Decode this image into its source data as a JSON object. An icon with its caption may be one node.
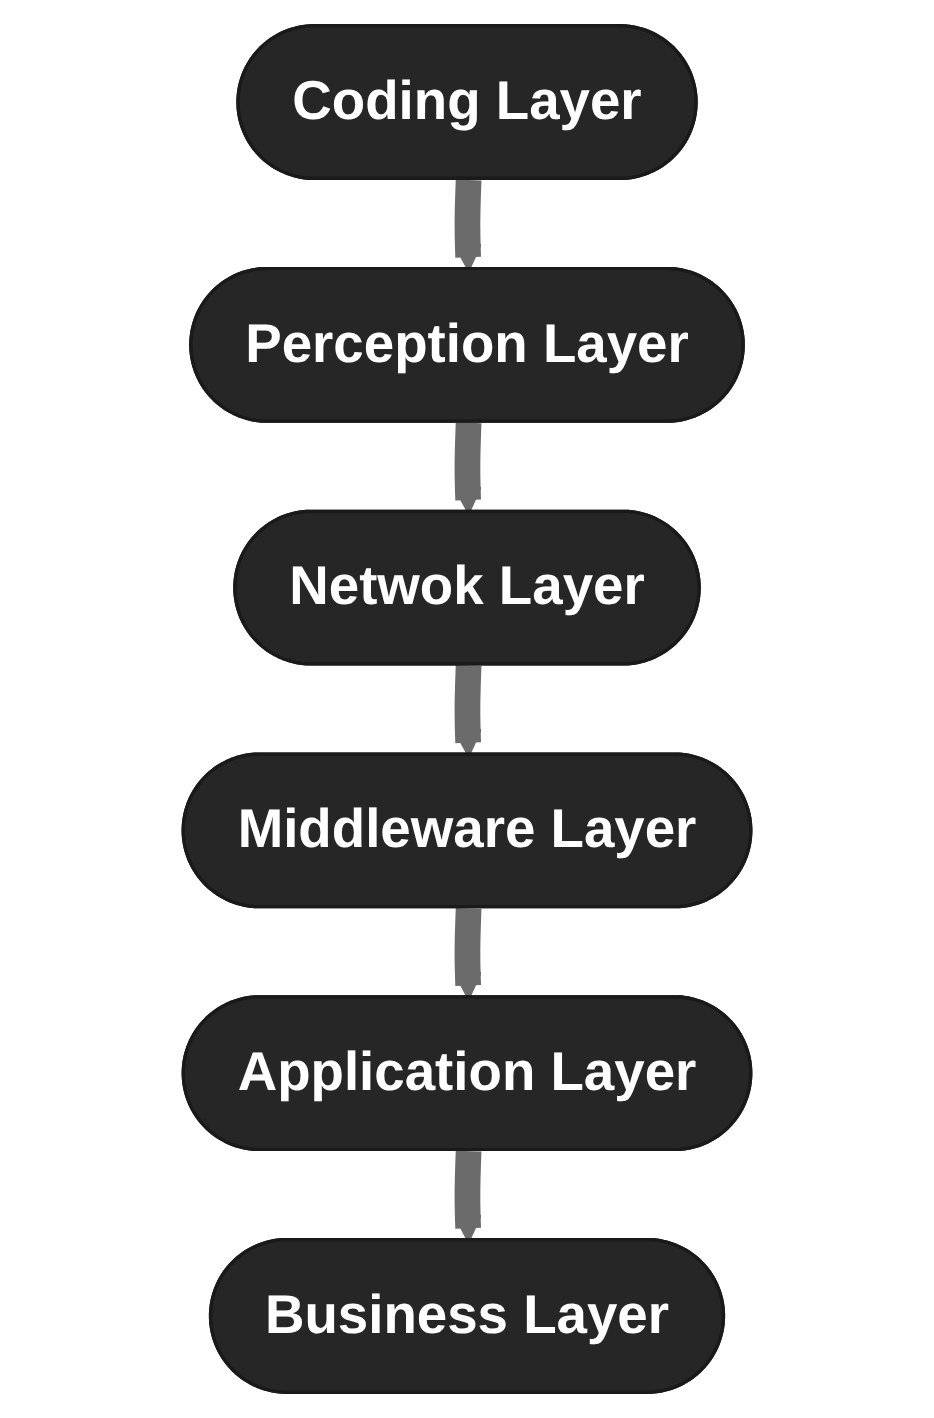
{
  "diagram": {
    "nodes": [
      {
        "text": [
          "Coding Layer"
        ]
      },
      {
        "text": [
          "Perception Layer"
        ]
      },
      {
        "text": [
          "Netwok Layer"
        ]
      },
      {
        "text": [
          "Middleware Layer"
        ]
      },
      {
        "text": [
          "Application Layer"
        ]
      },
      {
        "text": [
          "Business Layer"
        ]
      }
    ],
    "edges": [
      {
        "from": 0,
        "to": 1,
        "arrow": "to"
      },
      {
        "from": 1,
        "to": 2,
        "arrow": "to"
      },
      {
        "from": 2,
        "to": 3,
        "arrow": "to"
      },
      {
        "from": 3,
        "to": 4,
        "arrow": "to"
      },
      {
        "from": 4,
        "to": 5,
        "arrow": "to"
      }
    ]
  }
}
